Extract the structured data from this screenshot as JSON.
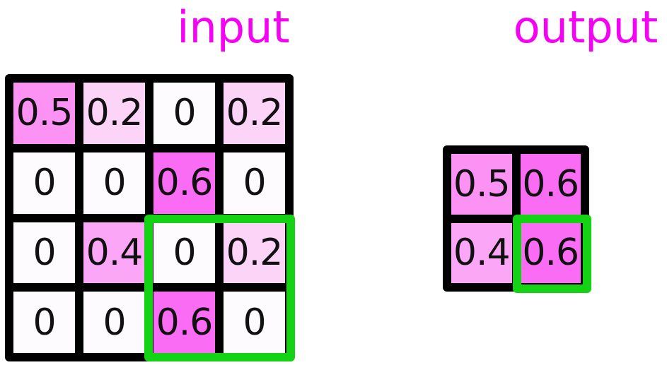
{
  "figure": {
    "description": "max pooling example figure",
    "input": {
      "title": "input",
      "rows": 4,
      "cols": 4,
      "cells": [
        [
          "0.5",
          "0.2",
          "0",
          "0.2"
        ],
        [
          "0",
          "0",
          "0.6",
          "0"
        ],
        [
          "0",
          "0.4",
          "0",
          "0.2"
        ],
        [
          "0",
          "0",
          "0.6",
          "0"
        ]
      ]
    },
    "output": {
      "title": "output",
      "rows": 2,
      "cols": 2,
      "cells": [
        [
          "0.5",
          "0.6"
        ],
        [
          "0.4",
          "0.6"
        ]
      ]
    },
    "highlights": {
      "input_window": {
        "row_start": 3,
        "col_start": 3,
        "row_end": 4,
        "col_end": 4
      },
      "output_cell": {
        "row": 2,
        "col": 2
      }
    }
  },
  "colors": {
    "title": "#f502f5",
    "grid_line": "#000000",
    "highlight_border": "#14d314",
    "cell_text": "#111111",
    "value_colors": {
      "0": "#fefbfe",
      "0.2": "#fbd4f8",
      "0.4": "#fba6f6",
      "0.5": "#fb92f4",
      "0.6": "#fa6cf3"
    }
  }
}
